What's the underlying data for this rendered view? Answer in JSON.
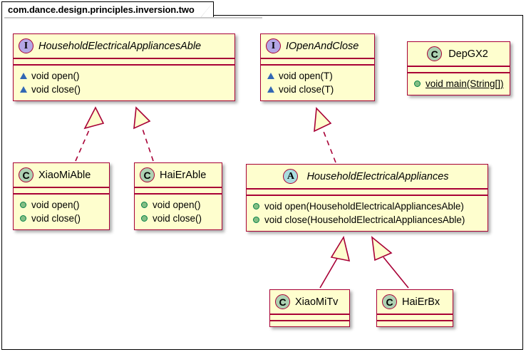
{
  "diagram": {
    "kind": "uml-class-diagram",
    "package_label": "com.dance.design.principles.inversion.two",
    "colors": {
      "node_fill": "#FEFECE",
      "node_border": "#A80036",
      "link": "#A80036",
      "interface_marker": "#B4A7E6",
      "class_marker": "#ADD1B2",
      "abstract_marker": "#A9DCDF",
      "protected_triangle": "#3267B4",
      "public_dot": "#84BE84",
      "frame_border": "#000000",
      "background": "#FFFFFF"
    },
    "stereotypes": {
      "interface": "I",
      "class": "C",
      "abstract": "A"
    }
  },
  "nodes": {
    "household_electrical_appliances_able": {
      "name": "HouseholdElectricalAppliancesAble",
      "stereotype": "I",
      "members": [
        {
          "text": "void open()",
          "visibility": "protected"
        },
        {
          "text": "void close()",
          "visibility": "protected"
        }
      ]
    },
    "iopen_and_close": {
      "name": "IOpenAndClose",
      "stereotype": "I",
      "members": [
        {
          "text": "void open(T)",
          "visibility": "protected"
        },
        {
          "text": "void close(T)",
          "visibility": "protected"
        }
      ]
    },
    "dep_gx2": {
      "name": "DepGX2",
      "stereotype": "C",
      "members": [
        {
          "text": "void main(String[])",
          "visibility": "public",
          "static": true
        }
      ]
    },
    "xiao_mi_able": {
      "name": "XiaoMiAble",
      "stereotype": "C",
      "members": [
        {
          "text": "void open()",
          "visibility": "public"
        },
        {
          "text": "void close()",
          "visibility": "public"
        }
      ]
    },
    "hai_er_able": {
      "name": "HaiErAble",
      "stereotype": "C",
      "members": [
        {
          "text": "void open()",
          "visibility": "public"
        },
        {
          "text": "void close()",
          "visibility": "public"
        }
      ]
    },
    "household_electrical_appliances": {
      "name": "HouseholdElectricalAppliances",
      "stereotype": "A",
      "members": [
        {
          "text": "void open(HouseholdElectricalAppliancesAble)",
          "visibility": "public"
        },
        {
          "text": "void close(HouseholdElectricalAppliancesAble)",
          "visibility": "public"
        }
      ]
    },
    "xiao_mi_tv": {
      "name": "XiaoMiTv",
      "stereotype": "C",
      "members": []
    },
    "hai_er_bx": {
      "name": "HaiErBx",
      "stereotype": "C",
      "members": []
    }
  },
  "relations": [
    {
      "from": "XiaoMiAble",
      "to": "HouseholdElectricalAppliancesAble",
      "type": "realization",
      "style": "dashed"
    },
    {
      "from": "HaiErAble",
      "to": "HouseholdElectricalAppliancesAble",
      "type": "realization",
      "style": "dashed"
    },
    {
      "from": "HouseholdElectricalAppliances",
      "to": "IOpenAndClose",
      "type": "realization",
      "style": "dashed"
    },
    {
      "from": "XiaoMiTv",
      "to": "HouseholdElectricalAppliances",
      "type": "inheritance",
      "style": "solid"
    },
    {
      "from": "HaiErBx",
      "to": "HouseholdElectricalAppliances",
      "type": "inheritance",
      "style": "solid"
    }
  ]
}
